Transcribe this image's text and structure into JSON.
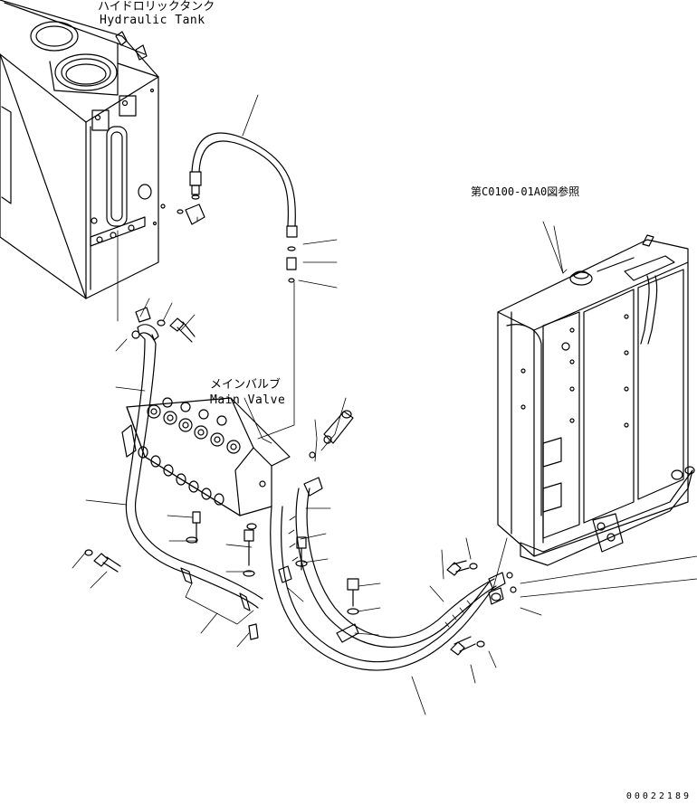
{
  "labels": {
    "hydraulic_tank_jp": "ハイドロリックタンク",
    "hydraulic_tank_en": "Hydraulic Tank",
    "main_valve_jp": "メインバルブ",
    "main_valve_en": "Main Valve",
    "reference": "第C0100-01A0図参照"
  },
  "document_id": "00022189"
}
